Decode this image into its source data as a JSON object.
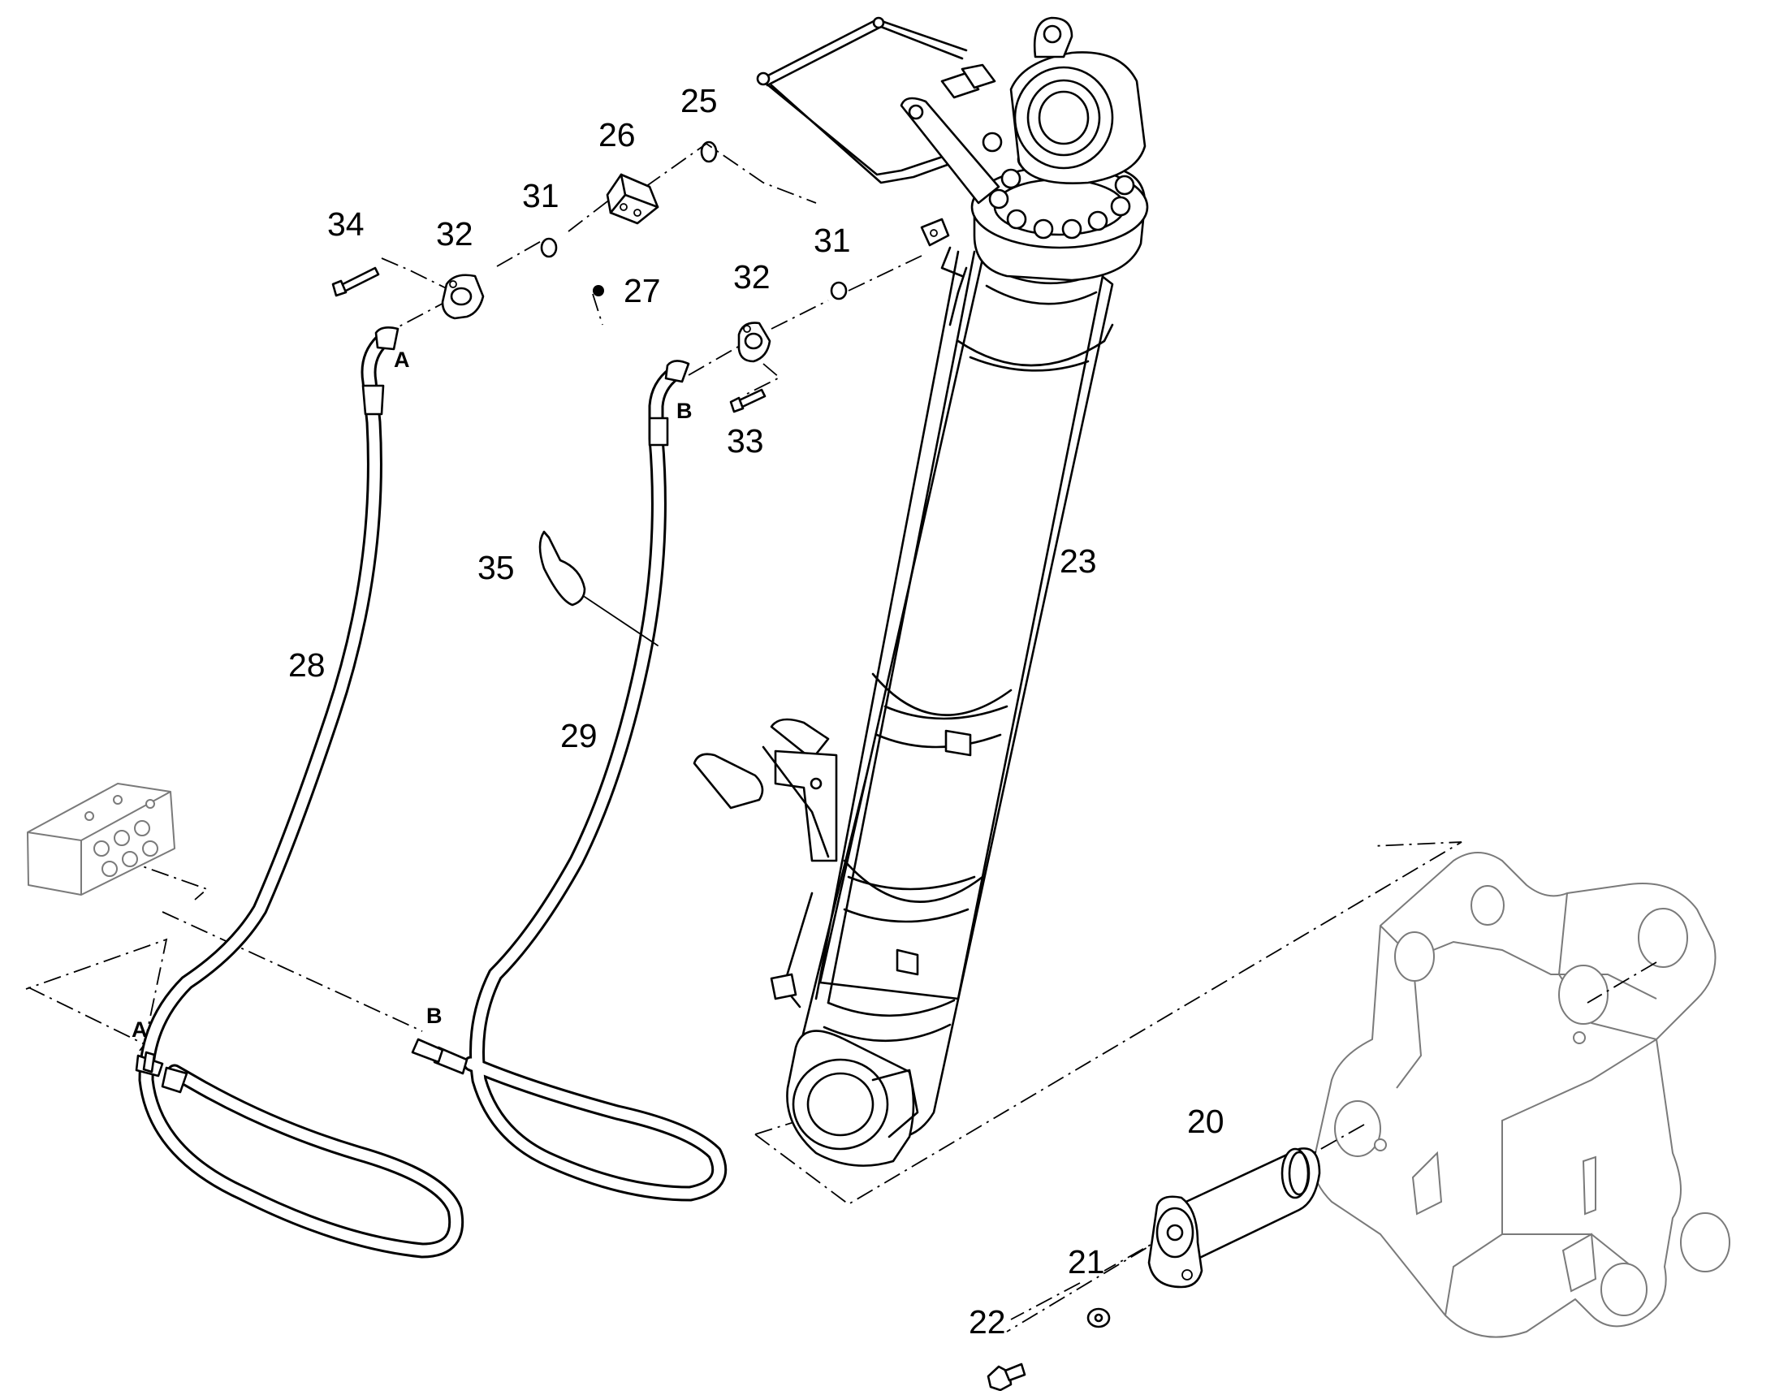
{
  "diagram": {
    "part_callouts": [
      "20",
      "21",
      "22",
      "23",
      "25",
      "26",
      "27",
      "28",
      "29",
      "31",
      "31",
      "32",
      "32",
      "33",
      "34",
      "35"
    ],
    "port_markers": [
      "A",
      "B",
      "A",
      "B"
    ]
  }
}
